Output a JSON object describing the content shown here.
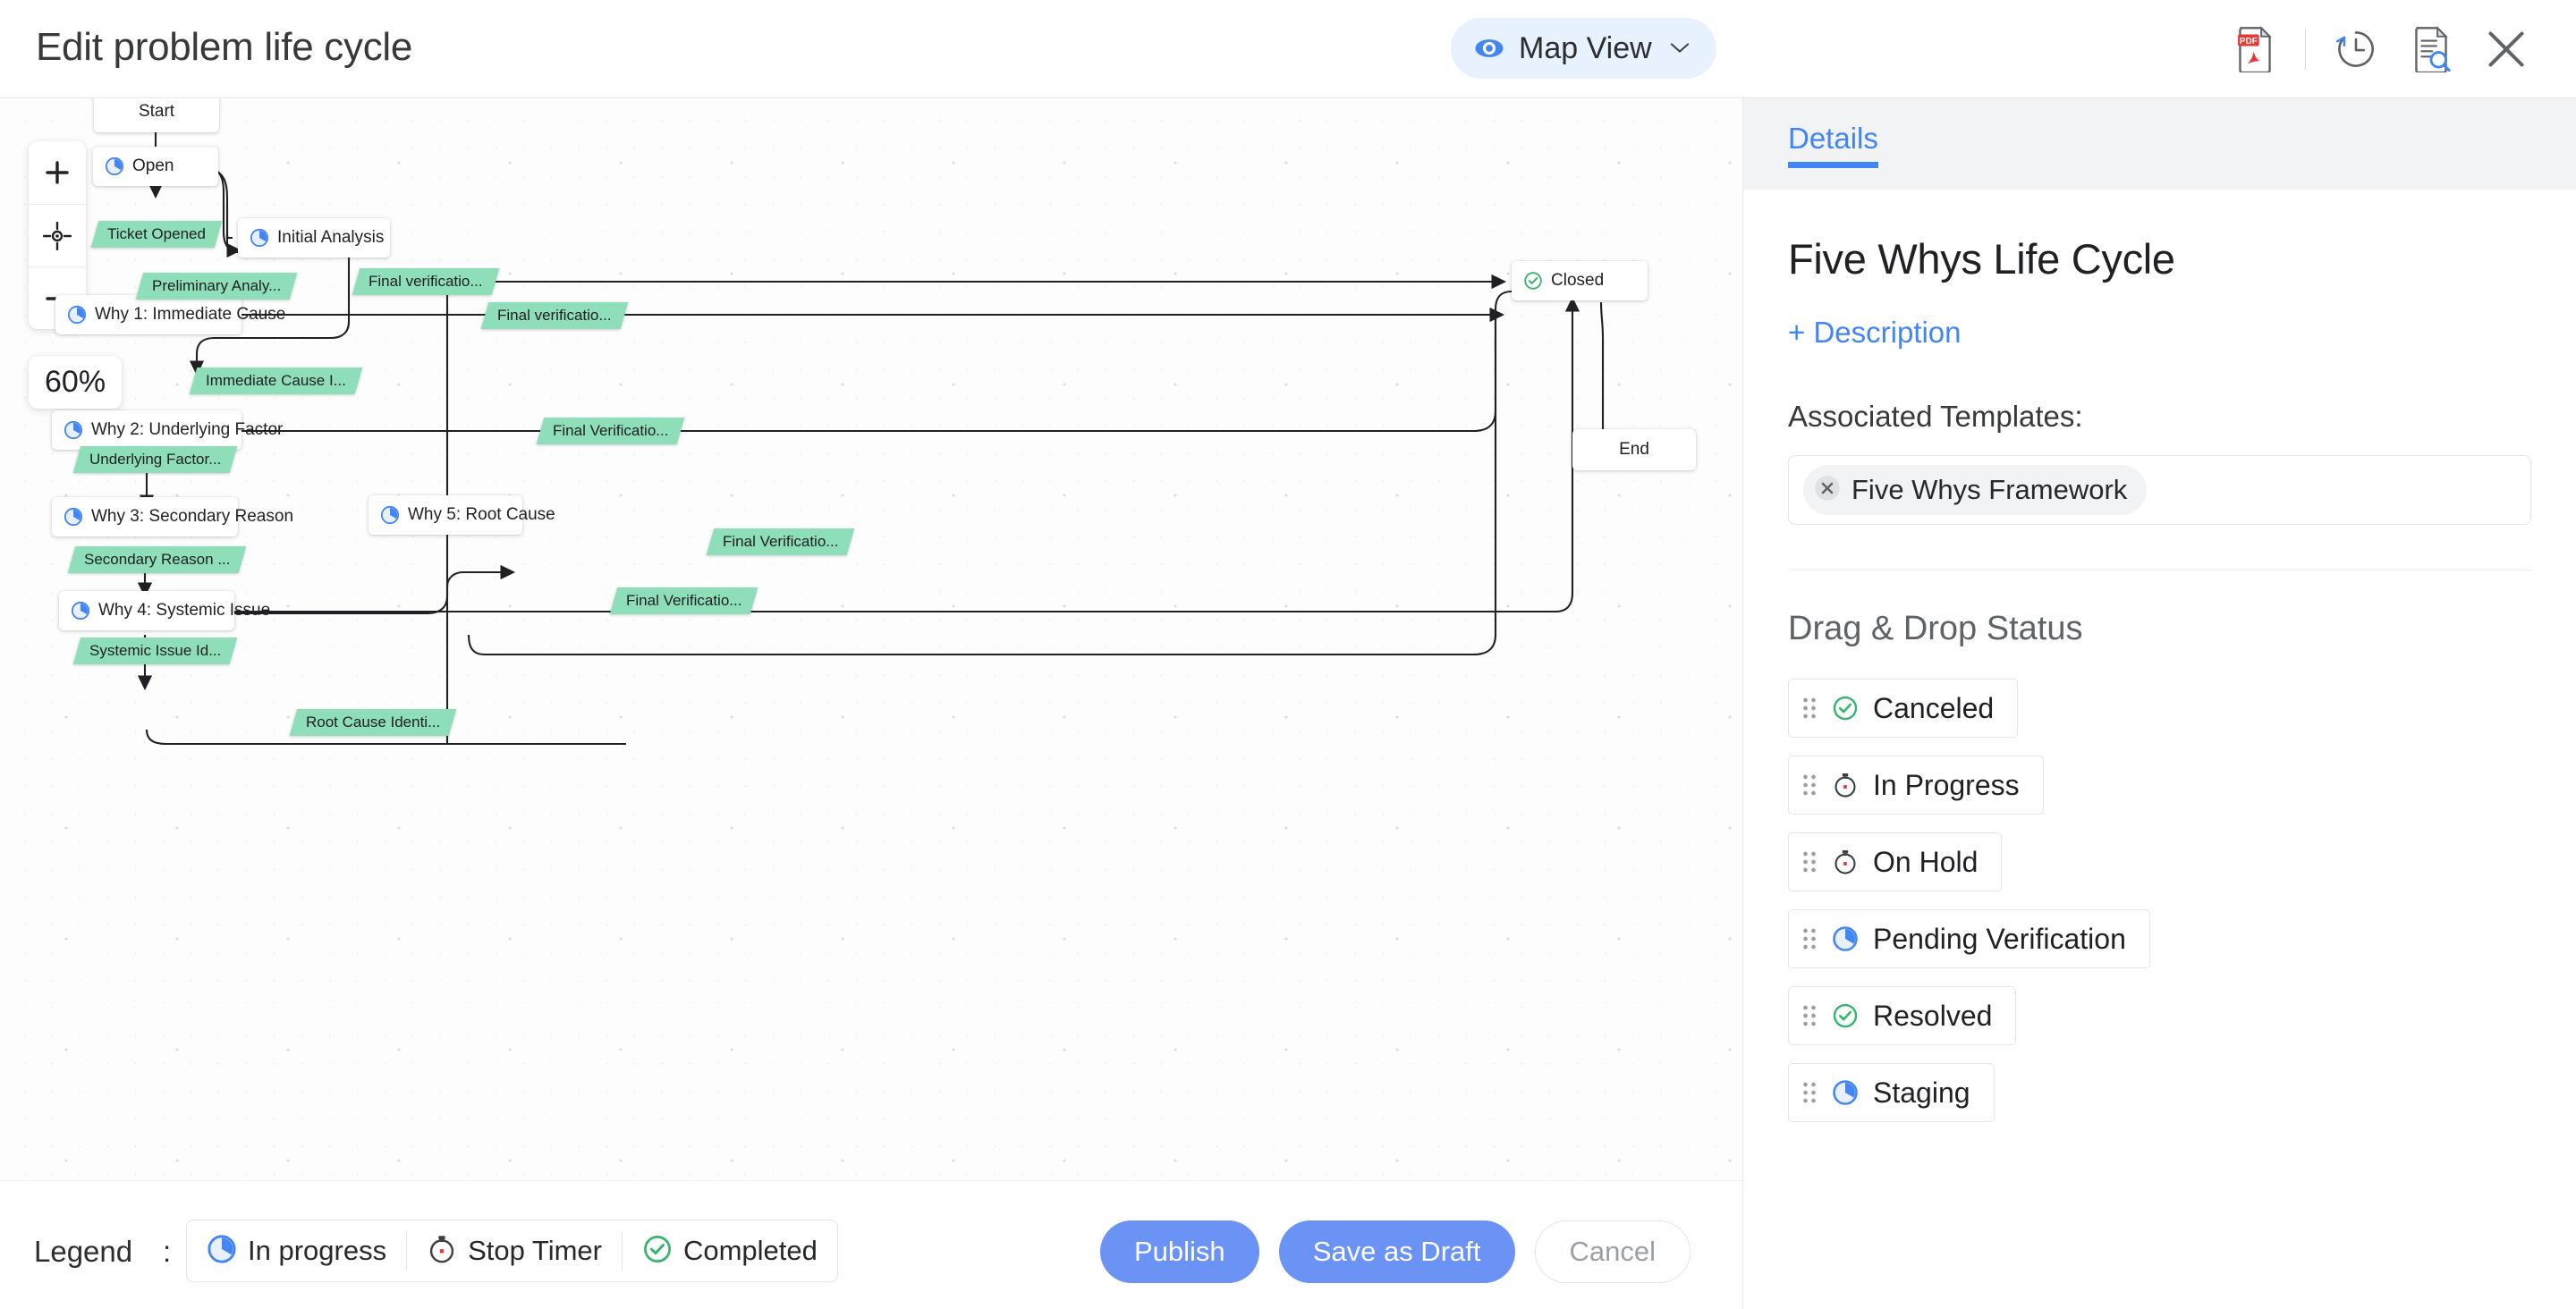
{
  "header": {
    "title": "Edit problem life cycle",
    "map_view_label": "Map View",
    "icons": {
      "eye": "eye-icon",
      "chevron": "chevron-down-icon",
      "pdf": "pdf-export-icon",
      "history": "history-icon",
      "audit": "document-search-icon",
      "close": "close-icon"
    }
  },
  "canvas": {
    "zoom_level": "60%",
    "zoom_in_label": "+",
    "zoom_out_label": "−",
    "recenter_label": "recenter",
    "nodes": [
      {
        "id": "start",
        "label": "Start",
        "icon": "none"
      },
      {
        "id": "open",
        "label": "Open",
        "icon": "in-progress"
      },
      {
        "id": "initial",
        "label": "Initial Analysis",
        "icon": "in-progress"
      },
      {
        "id": "why1",
        "label": "Why 1: Immediate Cause",
        "icon": "in-progress"
      },
      {
        "id": "why2",
        "label": "Why 2: Underlying Factor",
        "icon": "in-progress"
      },
      {
        "id": "why3",
        "label": "Why 3: Secondary Reason",
        "icon": "in-progress"
      },
      {
        "id": "why4",
        "label": "Why 4: Systemic Issue",
        "icon": "in-progress"
      },
      {
        "id": "why5",
        "label": "Why 5: Root Cause",
        "icon": "in-progress"
      },
      {
        "id": "closed",
        "label": "Closed",
        "icon": "completed"
      },
      {
        "id": "end",
        "label": "End",
        "icon": "none"
      }
    ],
    "edge_labels": [
      {
        "id": "e1",
        "label": "Ticket Opened"
      },
      {
        "id": "e2",
        "label": "Preliminary Analy..."
      },
      {
        "id": "e3",
        "label": "Immediate Cause I..."
      },
      {
        "id": "e4",
        "label": "Underlying Factor..."
      },
      {
        "id": "e5",
        "label": "Secondary Reason ..."
      },
      {
        "id": "e6",
        "label": "Systemic Issue Id..."
      },
      {
        "id": "e7",
        "label": "Root Cause Identi..."
      },
      {
        "id": "e8",
        "label": "Final verificatio..."
      },
      {
        "id": "e9",
        "label": "Final verificatio..."
      },
      {
        "id": "e10",
        "label": "Final Verificatio..."
      },
      {
        "id": "e11",
        "label": "Final Verificatio..."
      },
      {
        "id": "e12",
        "label": "Final Verificatio..."
      }
    ]
  },
  "footer": {
    "legend_label": "Legend",
    "legend_colon": ":",
    "legend_items": [
      {
        "label": "In progress",
        "icon": "in-progress"
      },
      {
        "label": "Stop Timer",
        "icon": "stop-timer"
      },
      {
        "label": "Completed",
        "icon": "completed"
      }
    ],
    "publish_label": "Publish",
    "save_draft_label": "Save as Draft",
    "cancel_label": "Cancel"
  },
  "panel": {
    "tab_label": "Details",
    "title": "Five Whys Life Cycle",
    "description_label": "+ Description",
    "templates_label": "Associated Templates:",
    "template_chip": "Five Whys Framework",
    "statuses_label": "Drag & Drop Status",
    "statuses": [
      {
        "label": "Canceled",
        "icon": "completed"
      },
      {
        "label": "In Progress",
        "icon": "stop-timer"
      },
      {
        "label": "On Hold",
        "icon": "stop-timer"
      },
      {
        "label": "Pending Verification",
        "icon": "in-progress"
      },
      {
        "label": "Resolved",
        "icon": "completed"
      },
      {
        "label": "Staging",
        "icon": "in-progress"
      }
    ]
  },
  "colors": {
    "accent_blue": "#4285f4",
    "button_blue": "#6b93f5",
    "label_green": "#8fdeba",
    "status_green": "#34b56a",
    "status_blue": "#4285f4"
  }
}
